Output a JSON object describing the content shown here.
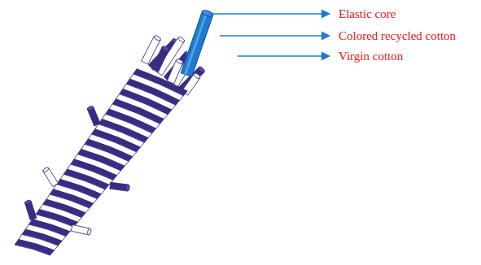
{
  "diagram": {
    "labels": [
      "Elastic core",
      "Colored recycled cotton",
      "Virgin cotton"
    ]
  }
}
